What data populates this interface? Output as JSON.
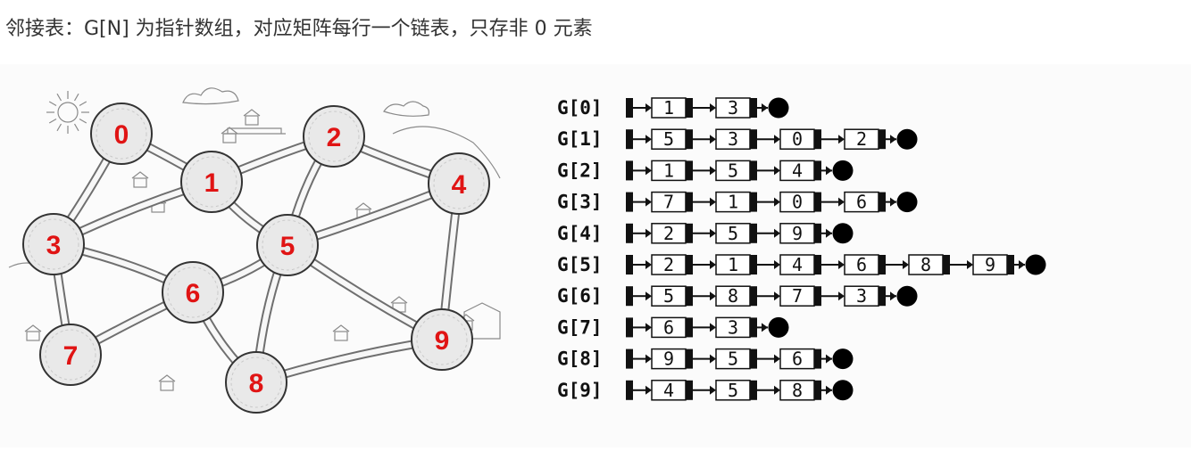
{
  "caption": "邻接表：G[N] 为指针数组，对应矩阵每行一个链表，只存非 0 元素",
  "graph": {
    "nodes": [
      {
        "id": "0",
        "label": "0"
      },
      {
        "id": "1",
        "label": "1"
      },
      {
        "id": "2",
        "label": "2"
      },
      {
        "id": "3",
        "label": "3"
      },
      {
        "id": "4",
        "label": "4"
      },
      {
        "id": "5",
        "label": "5"
      },
      {
        "id": "6",
        "label": "6"
      },
      {
        "id": "7",
        "label": "7"
      },
      {
        "id": "8",
        "label": "8"
      },
      {
        "id": "9",
        "label": "9"
      }
    ],
    "edges": [
      [
        "0",
        "1"
      ],
      [
        "0",
        "3"
      ],
      [
        "1",
        "2"
      ],
      [
        "1",
        "5"
      ],
      [
        "1",
        "3"
      ],
      [
        "2",
        "4"
      ],
      [
        "2",
        "5"
      ],
      [
        "3",
        "7"
      ],
      [
        "3",
        "6"
      ],
      [
        "4",
        "5"
      ],
      [
        "4",
        "9"
      ],
      [
        "5",
        "6"
      ],
      [
        "5",
        "8"
      ],
      [
        "5",
        "9"
      ],
      [
        "6",
        "7"
      ],
      [
        "6",
        "8"
      ],
      [
        "8",
        "9"
      ]
    ]
  },
  "adjacency_list": [
    {
      "label": "G[0]",
      "items": [
        "1",
        "3"
      ]
    },
    {
      "label": "G[1]",
      "items": [
        "5",
        "3",
        "0",
        "2"
      ]
    },
    {
      "label": "G[2]",
      "items": [
        "1",
        "5",
        "4"
      ]
    },
    {
      "label": "G[3]",
      "items": [
        "7",
        "1",
        "0",
        "6"
      ]
    },
    {
      "label": "G[4]",
      "items": [
        "2",
        "5",
        "9"
      ]
    },
    {
      "label": "G[5]",
      "items": [
        "2",
        "1",
        "4",
        "6",
        "8",
        "9"
      ]
    },
    {
      "label": "G[6]",
      "items": [
        "5",
        "8",
        "7",
        "3"
      ]
    },
    {
      "label": "G[7]",
      "items": [
        "6",
        "3"
      ]
    },
    {
      "label": "G[8]",
      "items": [
        "9",
        "5",
        "6"
      ]
    },
    {
      "label": "G[9]",
      "items": [
        "4",
        "5",
        "8"
      ]
    }
  ]
}
